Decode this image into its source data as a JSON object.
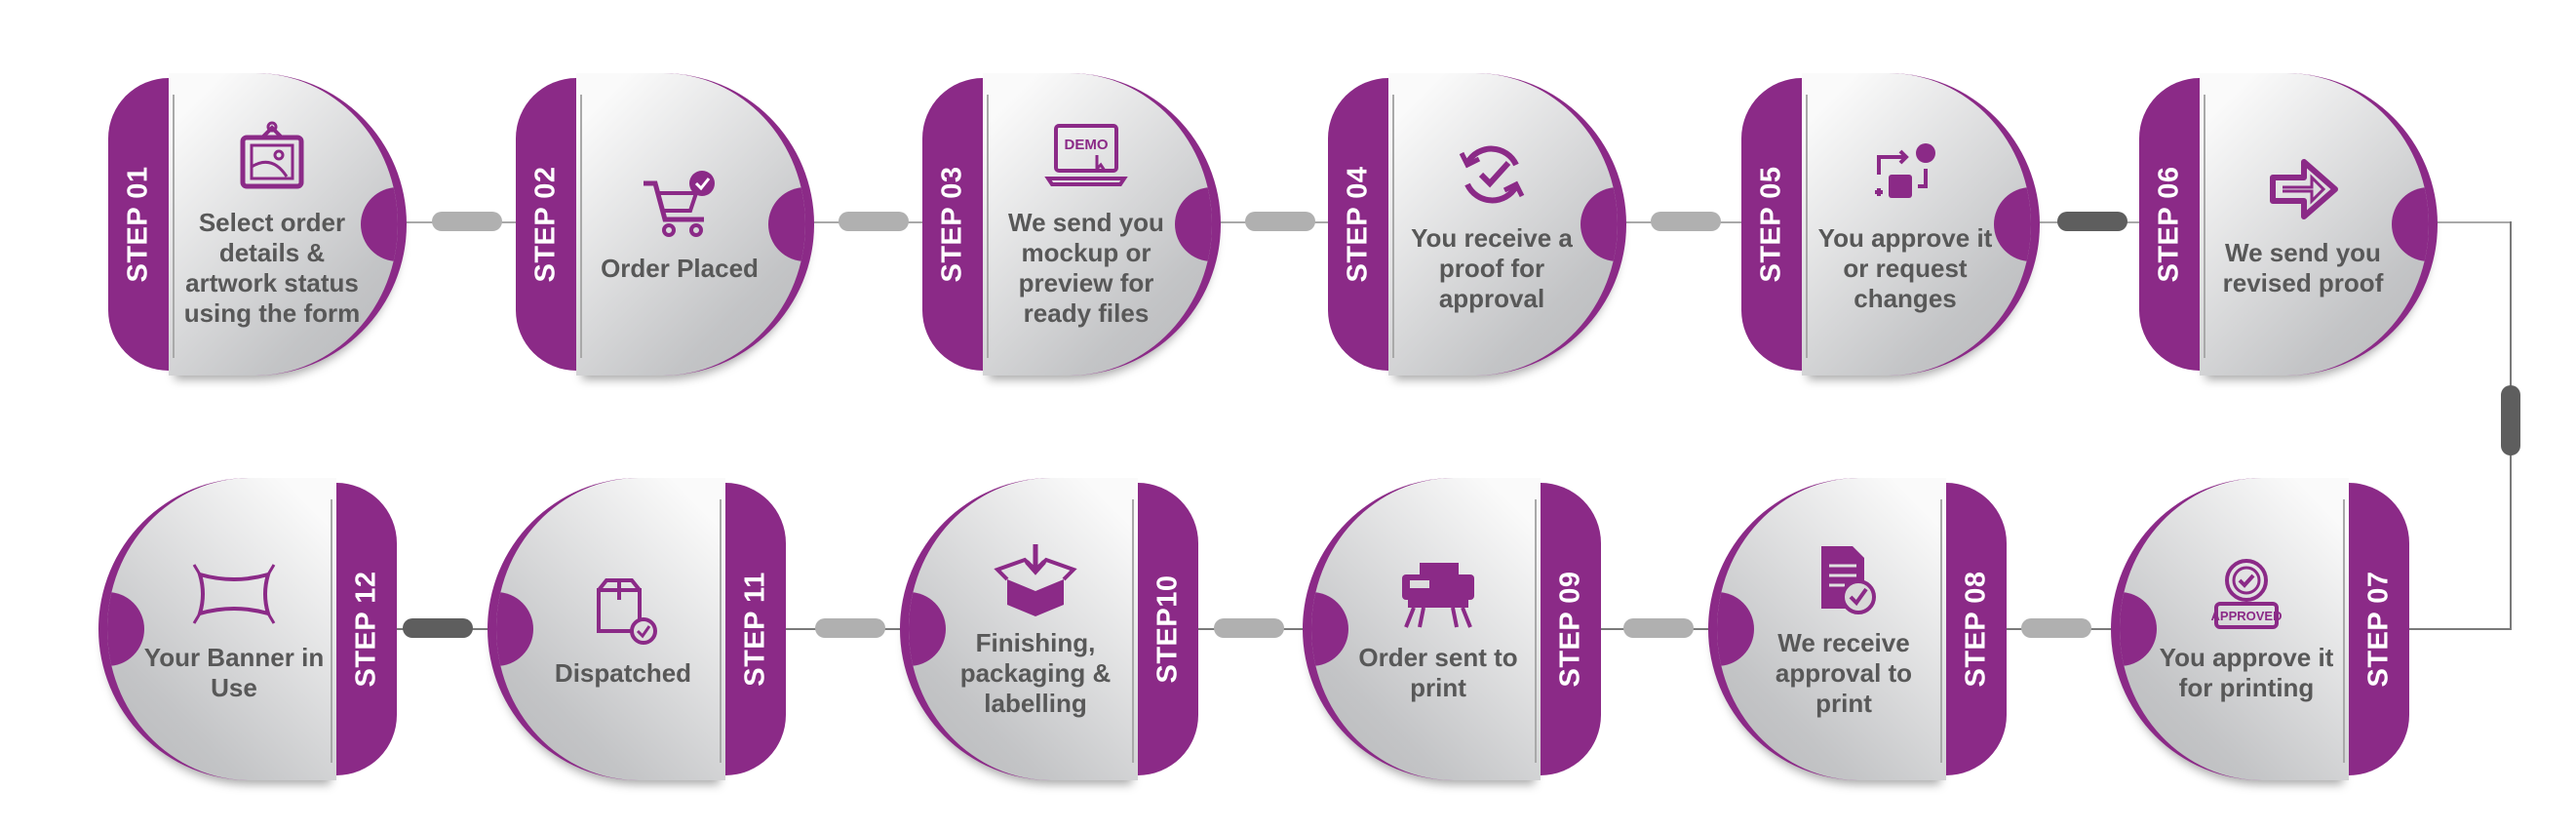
{
  "colors": {
    "brand": "#8b2a87",
    "text": "#585858",
    "connector": "#b0b0b0",
    "connector_dark": "#5e5e5e"
  },
  "steps": [
    {
      "step": "STEP 01",
      "label": "Select order details & artwork status using the form",
      "icon": "framed-picture-icon"
    },
    {
      "step": "STEP 02",
      "label": "Order Placed",
      "icon": "shopping-cart-check-icon"
    },
    {
      "step": "STEP 03",
      "label": "We send you mockup or preview for ready files",
      "icon": "demo-laptop-icon",
      "icon_text": "DEMO"
    },
    {
      "step": "STEP 04",
      "label": "You receive a proof for approval",
      "icon": "refresh-check-icon"
    },
    {
      "step": "STEP 05",
      "label": "You approve it or request changes",
      "icon": "workflow-arrows-icon"
    },
    {
      "step": "STEP 06",
      "label": "We send you revised proof",
      "icon": "arrow-right-icon"
    },
    {
      "step": "STEP 07",
      "label": "You approve it for printing",
      "icon": "approved-stamp-icon",
      "icon_text": "APPROVED"
    },
    {
      "step": "STEP 08",
      "label": "We receive approval to print",
      "icon": "document-check-icon"
    },
    {
      "step": "STEP 09",
      "label": "Order sent to print",
      "icon": "large-format-printer-icon"
    },
    {
      "step": "STEP10",
      "label": "Finishing, packaging & labelling",
      "icon": "open-box-download-icon"
    },
    {
      "step": "STEP 11",
      "label": "Dispatched",
      "icon": "box-check-icon"
    },
    {
      "step": "STEP 12",
      "label": "Your Banner in Use",
      "icon": "hanging-banner-icon"
    }
  ]
}
